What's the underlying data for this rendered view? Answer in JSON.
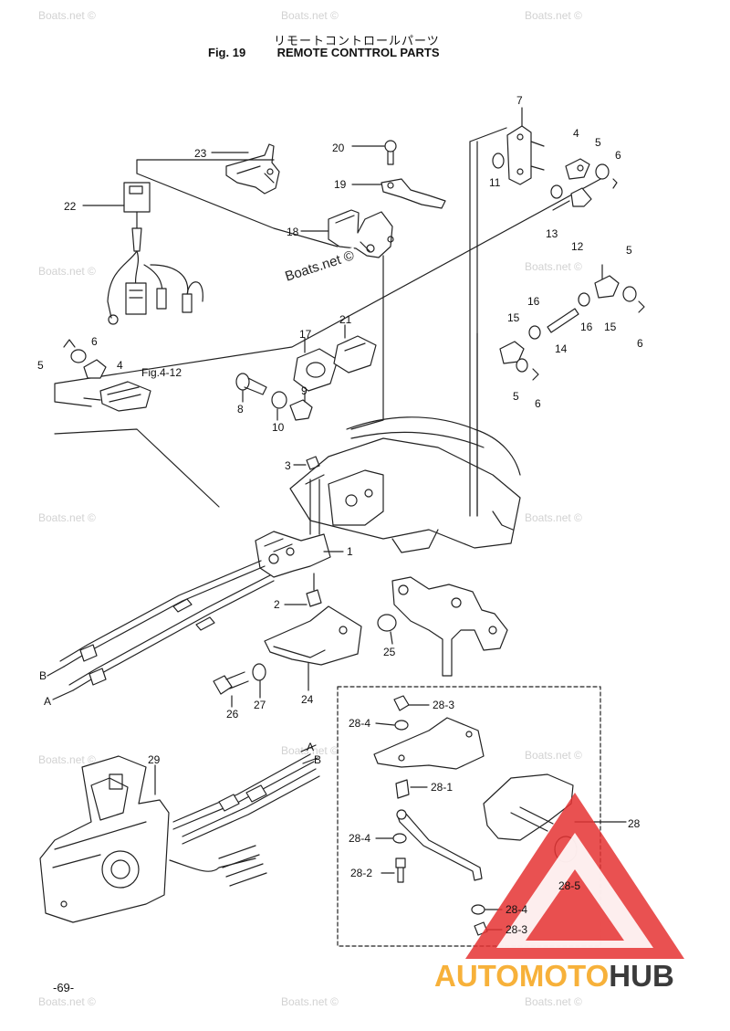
{
  "header": {
    "title_jp": "リモートコントロールパーツ",
    "fig_label": "Fig. 19",
    "title_en": "REMOTE CONTTROL PARTS"
  },
  "watermark": "Boats.net ©",
  "watermark_center": "Boats.net ©",
  "figure_reference": "Fig.4-12",
  "page_number": "-69-",
  "brand": {
    "part1": "AUTOMOTO",
    "part2": "HUB"
  },
  "callouts": {
    "c1": "1",
    "c2": "2",
    "c3": "3",
    "c4a": "4",
    "c4b": "4",
    "c5a": "5",
    "c5b": "5",
    "c5c": "5",
    "c5d": "5",
    "c6a": "6",
    "c6b": "6",
    "c6c": "6",
    "c6d": "6",
    "c7": "7",
    "c8": "8",
    "c9": "9",
    "c10": "10",
    "c11": "11",
    "c12": "12",
    "c13": "13",
    "c14": "14",
    "c15a": "15",
    "c15b": "15",
    "c16a": "16",
    "c16b": "16",
    "c17": "17",
    "c18": "18",
    "c19": "19",
    "c20": "20",
    "c21": "21",
    "c22": "22",
    "c23": "23",
    "c24": "24",
    "c25": "25",
    "c26": "26",
    "c27": "27",
    "c28": "28",
    "c29": "29",
    "c28_1": "28-1",
    "c28_2": "28-2",
    "c28_3a": "28-3",
    "c28_3b": "28-3",
    "c28_4a": "28-4",
    "c28_4b": "28-4",
    "c28_4c": "28-4",
    "c28_5": "28-5",
    "cableA1": "A",
    "cableB1": "B",
    "cableA2": "A",
    "cableB2": "B"
  }
}
